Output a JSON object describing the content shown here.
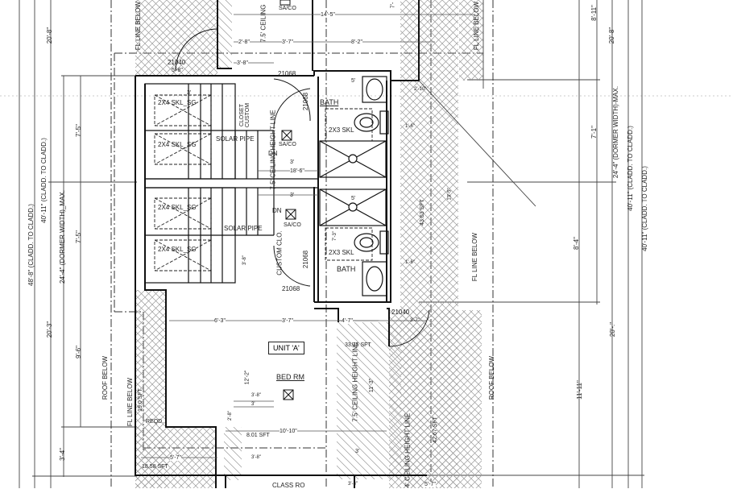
{
  "drawing": {
    "type": "architectural-floor-plan",
    "unit_label": "UNIT 'A'",
    "rooms": [
      {
        "name": "BATH",
        "position": "upper"
      },
      {
        "name": "BATH",
        "position": "lower"
      },
      {
        "name": "BED RM"
      },
      {
        "name": "CLOSET CUSTOM"
      },
      {
        "name": "CUSTOM CLO."
      },
      {
        "name": "CLASS RO"
      }
    ],
    "skylights": [
      "2X4 SKL_SG",
      "2X4 SKL_SG",
      "2X4 SKL_SG",
      "2X4 SKL_SG",
      "2X3 SKL",
      "2X3 SKL"
    ],
    "fixtures": [
      "SA/CO",
      "SA/CO",
      "SA/CO",
      "SOLAR PIPE",
      "SOLAR PIPE"
    ],
    "stairs": [
      "DN",
      "DN"
    ],
    "doors": [
      "21040",
      "21068",
      "21068",
      "21068",
      "21068",
      "21040"
    ],
    "areas": [
      "43.63 SFT",
      "33.75 SFT",
      "42.67 SFT",
      "19.0 SFT",
      "18.58 SFT",
      "8.01 SFT"
    ],
    "notes": [
      "FL LINE BELOW",
      "FL LINE BELOW",
      "FL LINE BELOW",
      "FL LINE BELOW",
      "ROOF BELOW",
      "ROOF BELOW",
      "7.5' CEILING",
      "7.5' CEILING HEIGHT LINE",
      "7.5' CEILING HEIGHT LINE",
      "4' CEILING HEIGHT LINE",
      "REQD."
    ],
    "dimensions": {
      "left": {
        "overall_1": "48'-8\" (CLADD. TO CLADD.)",
        "overall_2": "40'-11\" (CLADD. TO CLADD.)",
        "half_top": "20'-8\"",
        "half_bottom": "20'-3\"",
        "dormer": "24'-4\" (DORMER WIDTH)_MAX.",
        "seg_1": "7'-5\"",
        "seg_2": "7'-5\"",
        "seg_3": "9'-6\"",
        "seg_4": "3'-4\""
      },
      "right": {
        "overall_1": "40'-11\" (CLADD. TO CLADD.)",
        "overall_2": "40'-11\" (CLADD. TO CLADD.)",
        "half_top": "20'-8\"",
        "half_bottom": "20'-.\"",
        "dormer": "24'-4\" (DORMER WIDTH)-MAX.",
        "seg_1": "8'-11\"",
        "seg_2": "7'-1\"",
        "seg_3": "8'-4\"",
        "seg_4": "11'-11\""
      },
      "interior": [
        "14'-5\"",
        "2'-8\"",
        "3'-7\"",
        "8'-2\"",
        "3'-8\"",
        "5'-8\"",
        "5'",
        "2'-10\"",
        "1'-6\"",
        "1'-6\"",
        "13'-5\"",
        "3'",
        "3'",
        "3'",
        "18'-6\"",
        "5'",
        "7'-3\"",
        "3'-8\"",
        "6'-3\"",
        "3'-7\"",
        "4'-7\"",
        "3'-7\"",
        "12'-2\"",
        "11'-3\"",
        "3'-8\"",
        "3'",
        "2'-8\"",
        "10'-10\"",
        "3'-8\"",
        "3'",
        "5'-7\"",
        "5'-7\"",
        "3'-8\"",
        "7'-"
      ]
    }
  }
}
